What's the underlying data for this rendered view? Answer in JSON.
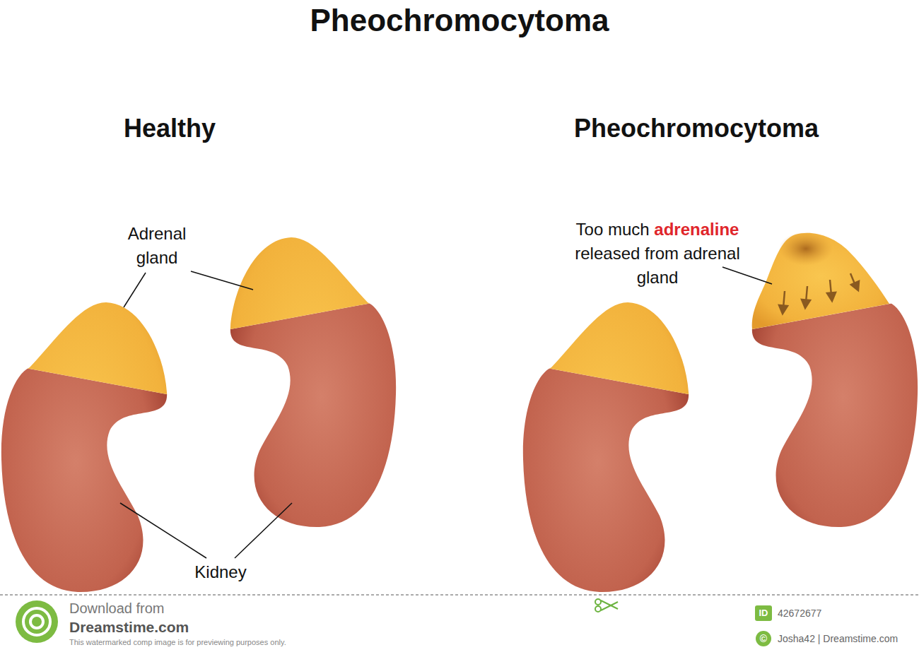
{
  "diagram": {
    "title": "Pheochromocytoma",
    "labels": [
      "Healthy",
      "Pheochromocytoma",
      "Adrenal gland",
      "Too much adrenaline released from adrenal gland",
      "Kidney",
      "Download from",
      "Dreamstime.com",
      "This watermarked comp image is for previewing purposes only.",
      "ID",
      "42672677",
      "©",
      "Josha42 | Dreamstime.com"
    ]
  }
}
